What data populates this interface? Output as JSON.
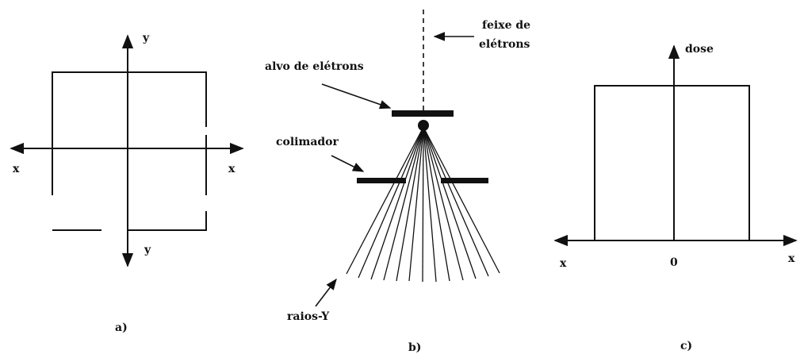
{
  "panel_a": {
    "caption": "a)",
    "axis_x_left": "x",
    "axis_x_right": "x",
    "axis_y_top": "y",
    "axis_y_bottom": "y"
  },
  "panel_b": {
    "caption": "b)",
    "beam_label_line1": "feixe de",
    "beam_label_line2": "elétrons",
    "target_label": "alvo de elétrons",
    "collimator_label": "colimador",
    "rays_label": "raios-Y"
  },
  "panel_c": {
    "caption": "c)",
    "axis_dose": "dose",
    "axis_x_left": "x",
    "axis_x_right": "x",
    "origin": "0"
  },
  "colors": {
    "ink": "#111111",
    "background": "#ffffff"
  }
}
